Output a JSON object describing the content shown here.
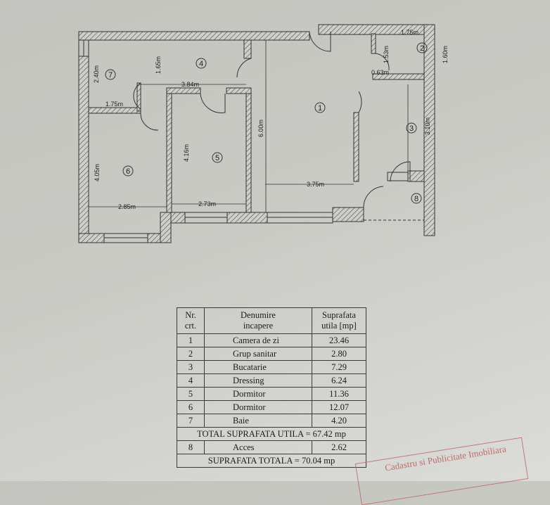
{
  "plan": {
    "rooms": [
      "1",
      "2",
      "3",
      "4",
      "5",
      "6",
      "7",
      "8"
    ],
    "dimensions": {
      "d1": "1.75m",
      "d2": "1.53m",
      "d3": "1.60m",
      "d4": "0.63m",
      "d5": "1.65m",
      "d6": "2.40m",
      "d7": "3.84m",
      "d8": "1.75m",
      "d9": "6.00m",
      "d10": "3.10m",
      "d11": "4.16m",
      "d12": "4.05m",
      "d13": "3.75m",
      "d14": "2.85m",
      "d15": "2.73m"
    }
  },
  "table": {
    "headers": {
      "nr": "Nr.",
      "nr2": "crt.",
      "name": "Denumire",
      "name2": "incapere",
      "area": "Suprafata",
      "area2": "utila [mp]"
    },
    "rows": [
      {
        "nr": "1",
        "name": "Camera de zi",
        "area": "23.46"
      },
      {
        "nr": "2",
        "name": "Grup sanitar",
        "area": "2.80"
      },
      {
        "nr": "3",
        "name": "Bucatarie",
        "area": "7.29"
      },
      {
        "nr": "4",
        "name": "Dressing",
        "area": "6.24"
      },
      {
        "nr": "5",
        "name": "Dormitor",
        "area": "11.36"
      },
      {
        "nr": "6",
        "name": "Dormitor",
        "area": "12.07"
      },
      {
        "nr": "7",
        "name": "Baie",
        "area": "4.20"
      }
    ],
    "total_useful": "TOTAL SUPRAFATA UTILA = 67.42 mp",
    "extra_row": {
      "nr": "8",
      "name": "Acces",
      "area": "2.62"
    },
    "total": "SUPRAFATA TOTALA = 70.04 mp"
  },
  "stamp": {
    "text": "Cadastru si Publicitate Imobiliara"
  }
}
